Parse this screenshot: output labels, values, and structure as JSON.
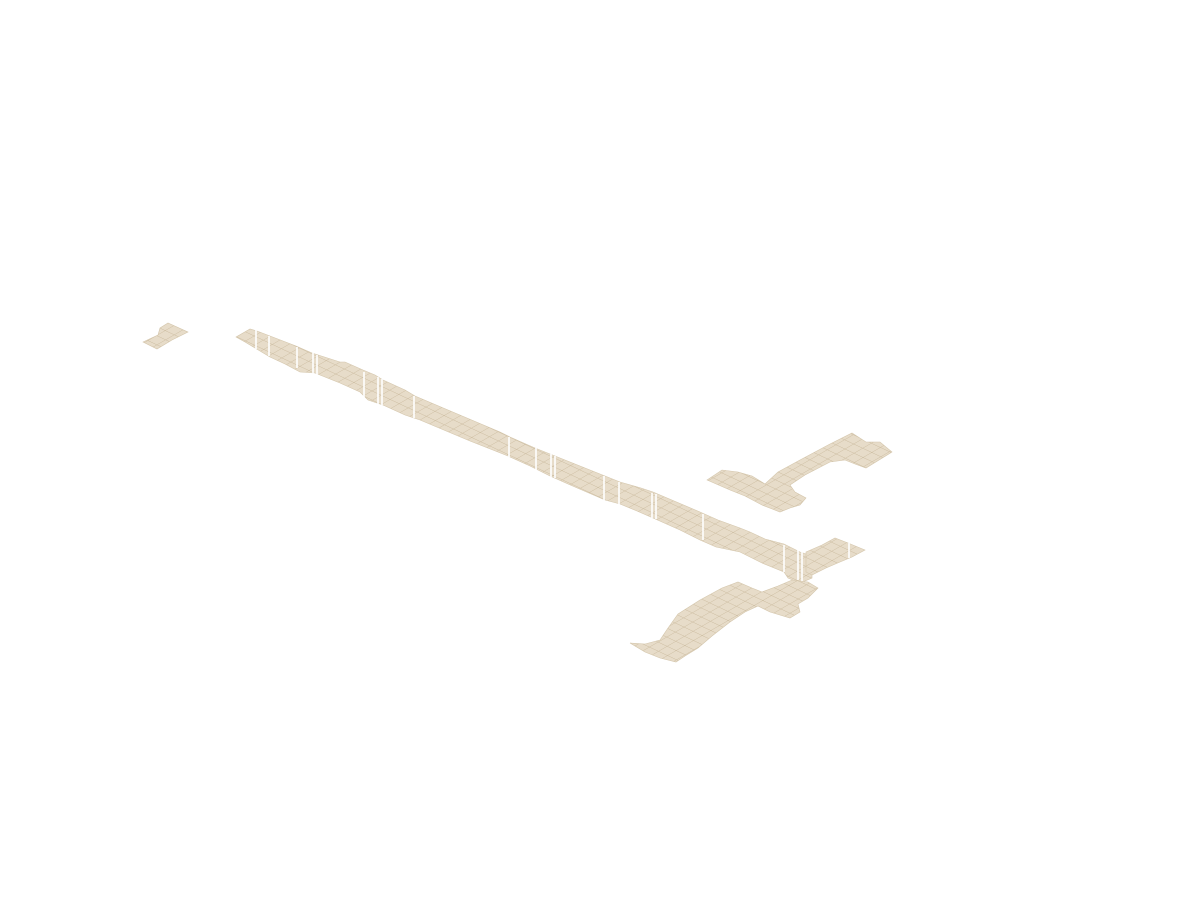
{
  "colors": {
    "background": "#ffffff",
    "tile_fill": "#e7dcc9",
    "tile_grid": "#c9b99c",
    "panel_divider": "#ffffff",
    "panel_divider_shadow": "#b9ab92"
  },
  "view": {
    "projection": "isometric",
    "texture": "tiled grid"
  },
  "parts": [
    {
      "name": "small-isolated-plate"
    },
    {
      "name": "main-corridor"
    },
    {
      "name": "upper-right-branch"
    },
    {
      "name": "right-short-arm"
    },
    {
      "name": "lower-fan-branch"
    }
  ]
}
